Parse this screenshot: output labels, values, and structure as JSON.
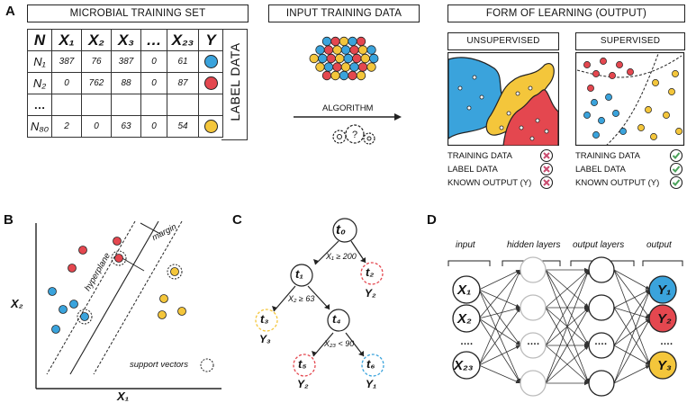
{
  "colors": {
    "blue": "#3aa3dc",
    "red": "#e4474f",
    "yellow": "#f4c63b",
    "dark": "#222222",
    "green": "#4aa25a",
    "pink": "#c94b6f"
  },
  "panelA": {
    "label": "A",
    "table_header": "MICROBIAL TRAINING SET",
    "col_headers": [
      "N",
      "X₁",
      "X₂",
      "X₃",
      "…",
      "X₂₃",
      "Y"
    ],
    "rows": [
      {
        "name": "N₁",
        "cells": [
          "387",
          "76",
          "387",
          "0",
          "61"
        ],
        "y": "blue"
      },
      {
        "name": "N₂",
        "cells": [
          "0",
          "762",
          "88",
          "0",
          "87"
        ],
        "y": "red"
      },
      {
        "name": "…",
        "cells": [
          "",
          "",
          "",
          "",
          ""
        ],
        "y": ""
      },
      {
        "name": "N₈₀",
        "cells": [
          "2",
          "0",
          "63",
          "0",
          "54"
        ],
        "y": "yellow"
      }
    ],
    "side_label": "LABEL DATA",
    "input_header": "INPUT TRAINING DATA",
    "algorithm": "ALGORITHM",
    "form_header": "FORM OF LEARNING (OUTPUT)",
    "unsupervised": "UNSUPERVISED",
    "supervised": "SUPERVISED",
    "legend": [
      "TRAINING DATA",
      "LABEL DATA",
      "KNOWN OUTPUT (Y)"
    ]
  },
  "panelB": {
    "label": "B",
    "hyperplane": "hyperplane",
    "margin": "margin",
    "support_vectors": "support vectors",
    "x_axis": "X₁",
    "y_axis": "X₂"
  },
  "panelC": {
    "label": "C",
    "root": "t₀",
    "t1": "t₁",
    "t2": "t₂",
    "t3": "t₃",
    "t4": "t₄",
    "t5": "t₅",
    "t6": "t₆",
    "split1": "X₁ ≥ 200",
    "split2": "X₂ ≥ 63",
    "split3": "X₂₃ < 90",
    "y2a": "Y₂",
    "y3": "Y₃",
    "y2b": "Y₂",
    "y1": "Y₁"
  },
  "panelD": {
    "label": "D",
    "input": "input",
    "hidden": "hidden layers",
    "outlayers": "output layers",
    "output": "output",
    "inputs": [
      "X₁",
      "X₂",
      "….",
      "X₂₃"
    ],
    "outputs": [
      "Y₁",
      "Y₂",
      "….",
      "Y₃"
    ],
    "dots": "…."
  }
}
